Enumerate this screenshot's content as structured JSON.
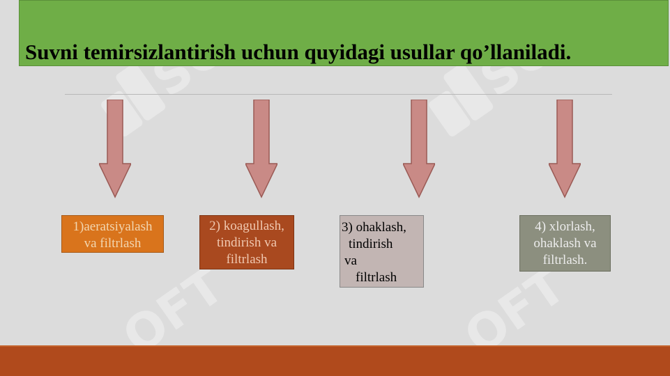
{
  "slide": {
    "title": "Suvni temirsizlantirish uchun quyidagi usullar qo’llaniladi.",
    "methods": [
      {
        "lines": [
          "1)aeratsiyalash",
          "va filtrlash"
        ],
        "color": "#d9741c"
      },
      {
        "lines": [
          "2) koagullash,",
          "tindirish va",
          "filtrlash"
        ],
        "color": "#a9491f"
      },
      {
        "lines": [
          "3) ohaklash,",
          "tindirish",
          "va",
          "filtrlash"
        ],
        "color": "#c2b5b3"
      },
      {
        "lines": [
          "4) xlorlash,",
          "ohaklash va",
          "filtrlash."
        ],
        "color": "#8c8f7f"
      }
    ]
  },
  "colors": {
    "banner": "#6fae47",
    "arrow_fill": "#c98a86",
    "arrow_stroke": "#9a5a55",
    "bottom_bar": "#b04a1c",
    "background": "#dcdcdc"
  },
  "decor": {
    "arrow_icon": "down-arrow-icon",
    "watermark_icon": "soft-logo-watermark"
  }
}
